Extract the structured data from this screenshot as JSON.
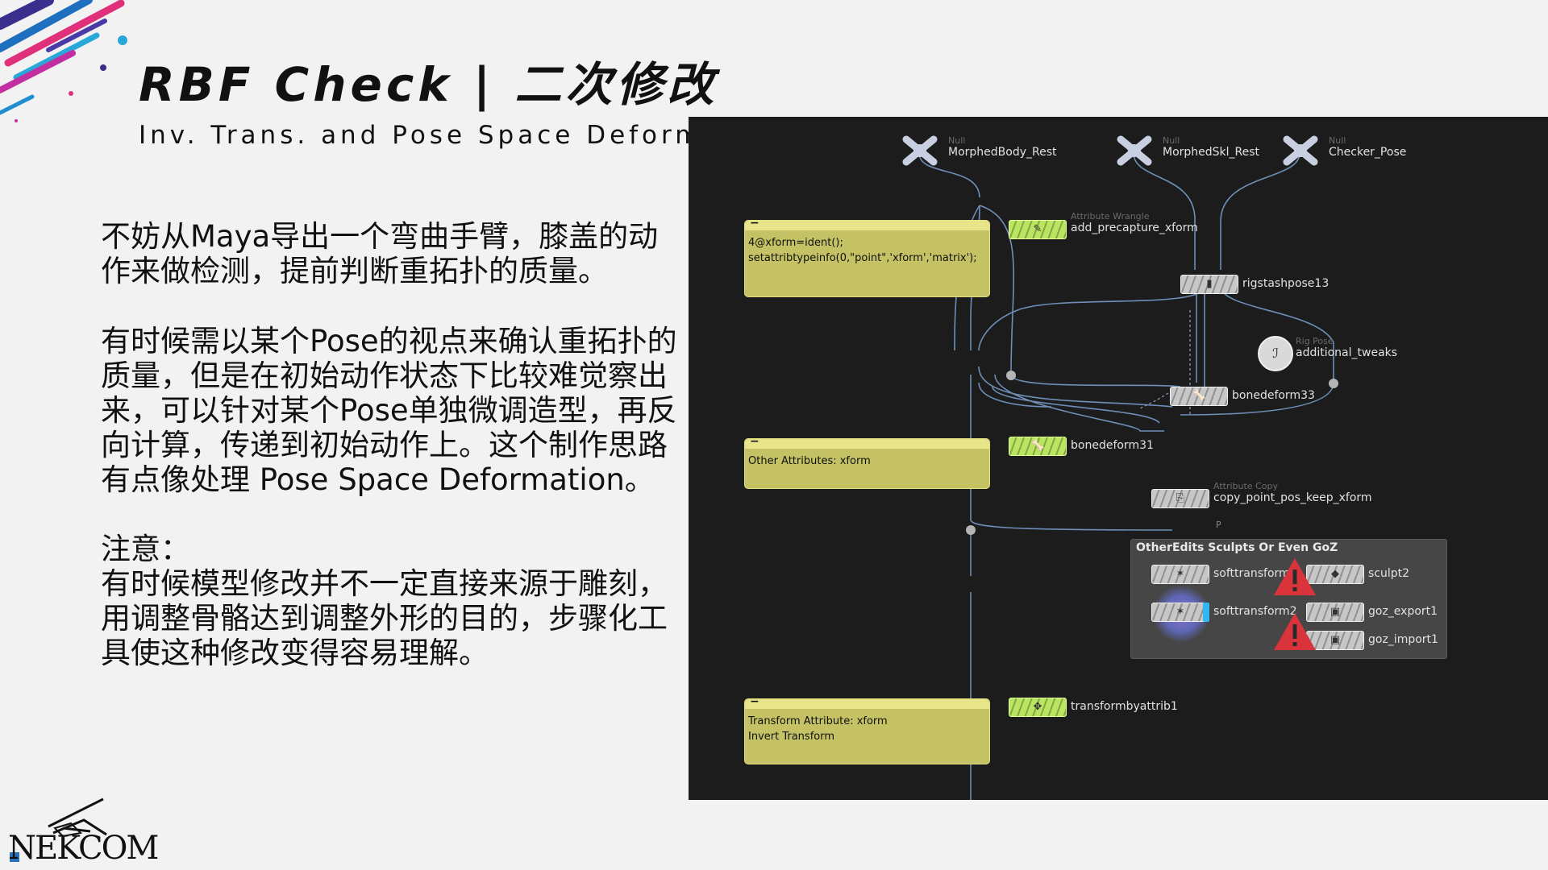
{
  "title": "RBF Check | 二次修改",
  "subtitle": "Inv. Trans. and Pose Space Deformation",
  "paragraphs": {
    "p1": [
      "不妨从Maya导出一个弯曲手臂，膝盖的动",
      "作来做检测，提前判断重拓扑的质量。"
    ],
    "p2": [
      "有时候需以某个Pose的视点来确认重拓扑的",
      "质量，但是在初始动作状态下比较难觉察出",
      "来，可以针对某个Pose单独微调造型，再反",
      "向计算，传递到初始动作上。这个制作思路",
      "有点像处理 Pose Space Deformation。"
    ],
    "p3": [
      "注意：",
      "有时候模型修改并不一定直接来源于雕刻，",
      "用调整骨骼达到调整外形的目的，步骤化工",
      "具使这种修改变得容易理解。"
    ]
  },
  "logo": {
    "text": "NEKCOM"
  },
  "network": {
    "null_nodes": [
      {
        "type": "Null",
        "label": "MorphedBody_Rest"
      },
      {
        "type": "Null",
        "label": "MorphedSkl_Rest"
      },
      {
        "type": "Null",
        "label": "Checker_Pose"
      }
    ],
    "stickies": [
      {
        "lines": [
          "4@xform=ident();",
          "setattribtypeinfo(0,\"point\",'xform','matrix');"
        ]
      },
      {
        "lines": [
          "Other Attributes: xform"
        ]
      },
      {
        "lines": [
          "Transform Attribute: xform",
          "Invert Transform"
        ]
      }
    ],
    "nodes": {
      "add_precapture": {
        "type": "Attribute Wrangle",
        "label": "add_precapture_xform"
      },
      "rigstash": {
        "label": "rigstashpose13"
      },
      "tweaks": {
        "type": "Rig Pose",
        "label": "additional_tweaks"
      },
      "bd33": {
        "label": "bonedeform33"
      },
      "bd31": {
        "label": "bonedeform31"
      },
      "copy": {
        "type": "Attribute Copy",
        "label": "copy_point_pos_keep_xform",
        "flag": "P"
      },
      "soft1": {
        "label": "softtransform1"
      },
      "soft2": {
        "label": "softtransform2"
      },
      "sculpt": {
        "label": "sculpt2"
      },
      "gozexp": {
        "label": "goz_export1"
      },
      "gozimp": {
        "label": "goz_import1"
      },
      "tba": {
        "label": "transformbyattrib1"
      }
    },
    "netbox_title": "OtherEdits Sculpts Or Even GoZ",
    "colors": {
      "node_green": "#b9e560",
      "node_gray": "#c7c7c7",
      "sticky": "#c4c264",
      "background": "#1c1c1c",
      "warning": "#d9343c"
    }
  }
}
